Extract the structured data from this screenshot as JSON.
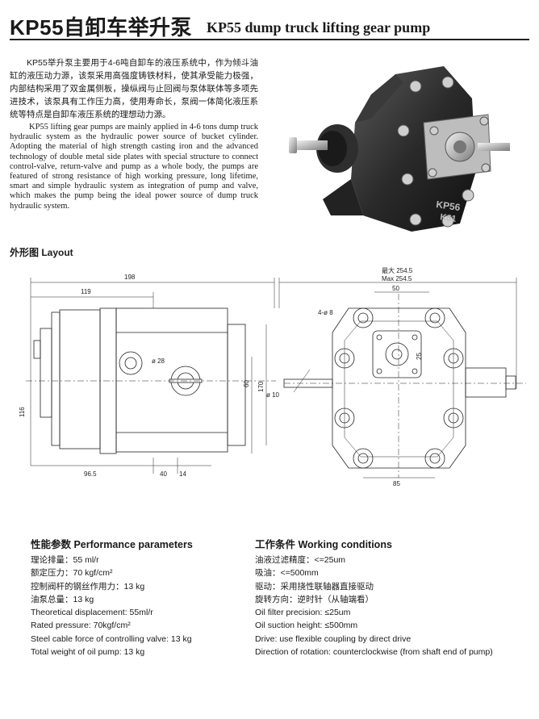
{
  "header": {
    "title_cn": "KP55自卸车举升泵",
    "title_en": "KP55 dump truck lifting gear pump"
  },
  "intro": {
    "cn": "KP55举升泵主要用于4-6吨自卸车的液压系统中，作为倾斗油缸的液压动力源，该泵采用高强度铸铁材料，使其承受能力极强，内部结构采用了双金属侧板，操纵阀与止回阀与泵体联体等多项先进技术，该泵具有工作压力高，使用寿命长，泵阀一体简化液压系统等特点是自卸车液压系统的理想动力源。",
    "en": "KP55 lifting gear pumps are mainly applied in 4-6 tons dump truck hydraulic system as the hydraulic power source of bucket cylinder. Adopting the material of high strength casting iron and the advanced technology of double metal side plates with special structure to connect control-valve, return-valve and pump as a whole body, the pumps are featured of strong resistance of high working pressure, long lifetime, smart and simple hydraulic system as integration of pump and valve, which makes the pump being the ideal power source of dump truck hydraulic system."
  },
  "photo": {
    "label_top": "KP56",
    "label_bottom": "K61"
  },
  "layout": {
    "heading": "外形图   Layout",
    "left_view": {
      "dim_198": "198",
      "dim_119": "119",
      "dim_116": "116",
      "dim_phi28": "ø 28",
      "dim_60": "60",
      "dim_170": "170",
      "dim_96_5": "96.5",
      "dim_40": "40",
      "dim_14": "14"
    },
    "right_view": {
      "max_cn": "最大 254.5",
      "max_en": "Max 254.5",
      "dim_50": "50",
      "dim_4phi8": "4-ø 8",
      "dim_25": "25",
      "dim_phi10": "ø 10",
      "dim_85": "85"
    }
  },
  "performance": {
    "heading": "性能参数 Performance parameters",
    "items": [
      "理论排量：55 ml/r",
      "额定压力：70 kgf/cm²",
      "控制阀杆的钢丝作用力：13 kg",
      "油泵总量：13 kg",
      "Theoretical displacement: 55ml/r",
      "Rated pressure: 70kgf/cm²",
      "Steel cable force of controlling valve: 13 kg",
      "Total weight of oil pump: 13 kg"
    ]
  },
  "working": {
    "heading": "工作条件 Working conditions",
    "items": [
      "油液过滤精度：<=25um",
      "吸油：<=500mm",
      "驱动：采用挠性联轴器直接驱动",
      "旋转方向：逆时针（从轴端看）",
      "Oil filter precision: ≤25um",
      "Oil suction height: ≤500mm",
      "Drive: use flexible coupling by direct drive",
      "Direction of rotation: counterclockwise (from shaft end of pump)"
    ]
  }
}
